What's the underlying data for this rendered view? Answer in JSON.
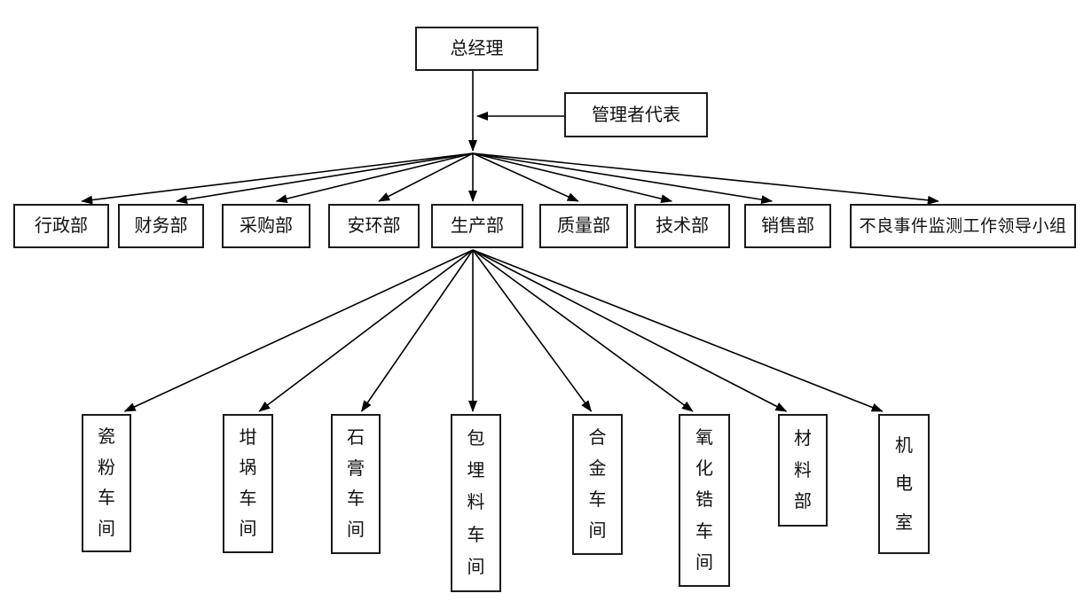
{
  "diagram": {
    "type": "org-chart",
    "top": {
      "label": "总经理"
    },
    "management_rep": {
      "label": "管理者代表"
    },
    "departments": [
      {
        "label": "行政部"
      },
      {
        "label": "财务部"
      },
      {
        "label": "采购部"
      },
      {
        "label": "安环部"
      },
      {
        "label": "生产部"
      },
      {
        "label": "质量部"
      },
      {
        "label": "技术部"
      },
      {
        "label": "销售部"
      },
      {
        "label": "不良事件监测工作领导小组"
      }
    ],
    "workshops_parent": "生产部",
    "workshops": [
      {
        "label": "瓷粉车间"
      },
      {
        "label": "坩埚车间"
      },
      {
        "label": "石膏车间"
      },
      {
        "label": "包埋料车间"
      },
      {
        "label": "合金车间"
      },
      {
        "label": "氧化锆车间"
      },
      {
        "label": "材料部"
      },
      {
        "label": "机电室"
      }
    ]
  },
  "colors": {
    "line": "#000000",
    "border": "#1a1a1a",
    "text": "#111111",
    "background": "#ffffff"
  }
}
